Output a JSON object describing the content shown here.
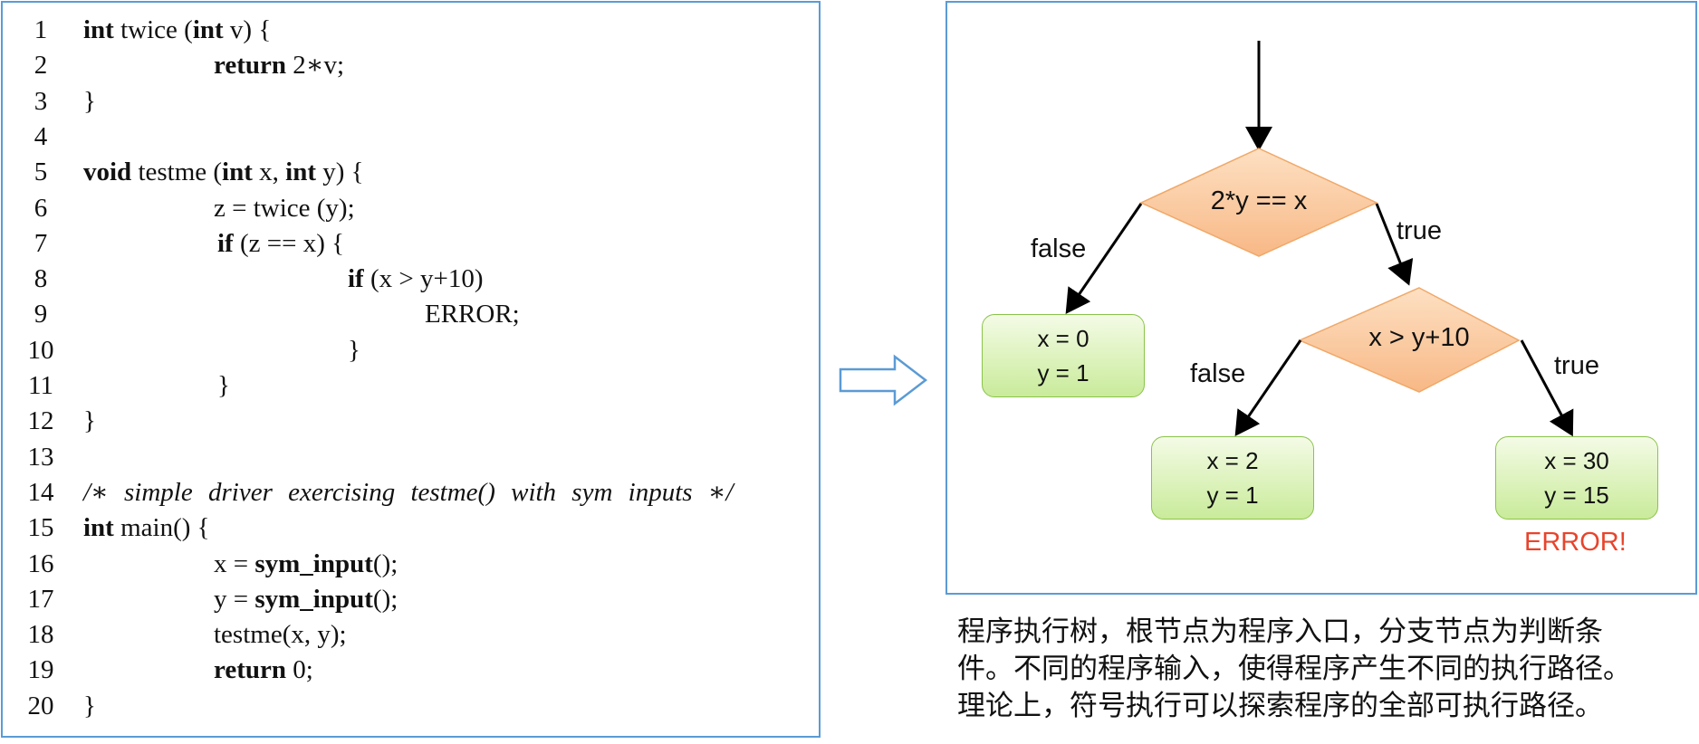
{
  "code": {
    "lines": [
      {
        "n": "1",
        "parts": [
          {
            "t": "int",
            "b": true
          },
          {
            "t": " twice (",
            "b": false
          },
          {
            "t": "int",
            "b": true
          },
          {
            "t": " v) {",
            "b": false
          }
        ]
      },
      {
        "n": "2",
        "parts": [
          {
            "t": "return",
            "b": true
          },
          {
            "t": " 2∗v;",
            "b": false
          }
        ]
      },
      {
        "n": "3",
        "parts": [
          {
            "t": "}",
            "b": false
          }
        ]
      },
      {
        "n": "4",
        "parts": []
      },
      {
        "n": "5",
        "parts": [
          {
            "t": "void",
            "b": true
          },
          {
            "t": " testme (",
            "b": false
          },
          {
            "t": "int",
            "b": true
          },
          {
            "t": " x, ",
            "b": false
          },
          {
            "t": "int",
            "b": true
          },
          {
            "t": " y) {",
            "b": false
          }
        ]
      },
      {
        "n": "6",
        "parts": [
          {
            "t": "z = twice (y);",
            "b": false
          }
        ]
      },
      {
        "n": "7",
        "parts": [
          {
            "t": "if",
            "b": true
          },
          {
            "t": " (z == x) {",
            "b": false
          }
        ]
      },
      {
        "n": "8",
        "parts": [
          {
            "t": "if",
            "b": true
          },
          {
            "t": " (x > y+10)",
            "b": false
          }
        ]
      },
      {
        "n": "9",
        "parts": [
          {
            "t": "ERROR;",
            "b": false
          }
        ]
      },
      {
        "n": "10",
        "parts": [
          {
            "t": "}",
            "b": false
          }
        ]
      },
      {
        "n": "11",
        "parts": [
          {
            "t": "}",
            "b": false
          }
        ]
      },
      {
        "n": "12",
        "parts": [
          {
            "t": "}",
            "b": false
          }
        ]
      },
      {
        "n": "13",
        "parts": []
      },
      {
        "n": "14",
        "parts": [
          {
            "t": "/∗ simple driver exercising testme() with sym inputs ∗/",
            "i": true
          }
        ]
      },
      {
        "n": "15",
        "parts": [
          {
            "t": "int",
            "b": true
          },
          {
            "t": " main() {",
            "b": false
          }
        ]
      },
      {
        "n": "16",
        "parts": [
          {
            "t": "x = ",
            "b": false
          },
          {
            "t": "sym_input",
            "b": true
          },
          {
            "t": "();",
            "b": false
          }
        ]
      },
      {
        "n": "17",
        "parts": [
          {
            "t": "y = ",
            "b": false
          },
          {
            "t": "sym_input",
            "b": true
          },
          {
            "t": "();",
            "b": false
          }
        ]
      },
      {
        "n": "18",
        "parts": [
          {
            "t": "testme(x, y);",
            "b": false
          }
        ]
      },
      {
        "n": "19",
        "parts": [
          {
            "t": "return",
            "b": true
          },
          {
            "t": " 0;",
            "b": false
          }
        ]
      },
      {
        "n": "20",
        "parts": [
          {
            "t": "}",
            "b": false
          }
        ]
      }
    ]
  },
  "tree": {
    "root_condition": "2*y == x",
    "inner_condition": "x > y+10",
    "labels": {
      "false_1": "false",
      "true_1": "true",
      "false_2": "false",
      "true_2": "true"
    },
    "leaves": {
      "leaf1": {
        "x": "x = 0",
        "y": "y = 1"
      },
      "leaf2": {
        "x": "x = 2",
        "y": "y = 1"
      },
      "leaf3": {
        "x": "x = 30",
        "y": "y = 15"
      }
    },
    "error": "ERROR!",
    "colors": {
      "diamond": "#f9c99c",
      "leaf": "#c9eb9a",
      "border": "#5b9bd5",
      "error": "#e8442c"
    }
  },
  "caption": {
    "line1": "程序执行树，根节点为程序入口，分支节点为判断条",
    "line2": "件。不同的程序输入，使得程序产生不同的执行路径。",
    "line3": "理论上，符号执行可以探索程序的全部可执行路径。"
  }
}
